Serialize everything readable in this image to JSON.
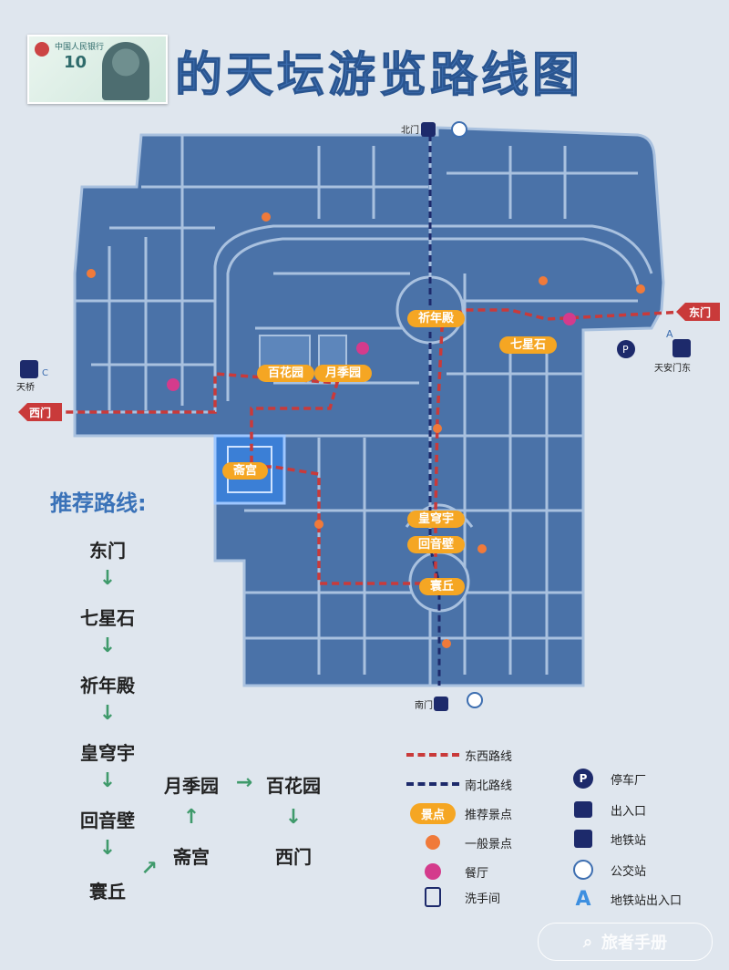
{
  "title": "的天坛游览路线图",
  "banknote": {
    "value": "10",
    "bank": "中国人民银行"
  },
  "places": {
    "qiniandian": "祈年殿",
    "qixingshi": "七星石",
    "baihuayuan": "百花园",
    "yuejiyuan": "月季园",
    "zhaigong": "斋宫",
    "huangqiongyu": "皇穹宇",
    "huiyinbi": "回音壁",
    "huanqiu": "寰丘"
  },
  "gates": {
    "north": "北门",
    "south": "南门",
    "east": "东门",
    "west": "西门"
  },
  "stations": {
    "tianqiao": "天桥",
    "tiananmendong": "天安门东",
    "tianqiao_exit": "C",
    "tiananmendong_exit": "A"
  },
  "route": {
    "heading": "推荐路线:",
    "steps": [
      "东门",
      "七星石",
      "祈年殿",
      "皇穹宇",
      "回音壁",
      "寰丘",
      "斋宫",
      "月季园",
      "百花园",
      "西门"
    ],
    "arrow": "↓",
    "arrow_up": "↑",
    "arrow_right": "→"
  },
  "legend": {
    "east_west": "东西路线",
    "north_south": "南北路线",
    "recommended_badge": "景点",
    "recommended": "推荐景点",
    "general": "一般景点",
    "restaurant": "餐厅",
    "toilet": "洗手间",
    "parking": "停车厂",
    "entrance": "出入口",
    "subway": "地铁站",
    "bus": "公交站",
    "subway_exit": "地铁站出入口",
    "parking_symbol": "P",
    "exit_symbol": "A"
  },
  "watermark": "旅者手册",
  "colors": {
    "park": "#4a72a8",
    "road": "#a9c1df",
    "ew_route": "#c93a3a",
    "ns_route": "#1d2a6b",
    "badge": "#f5a623",
    "restaurant": "#d43b8c"
  }
}
